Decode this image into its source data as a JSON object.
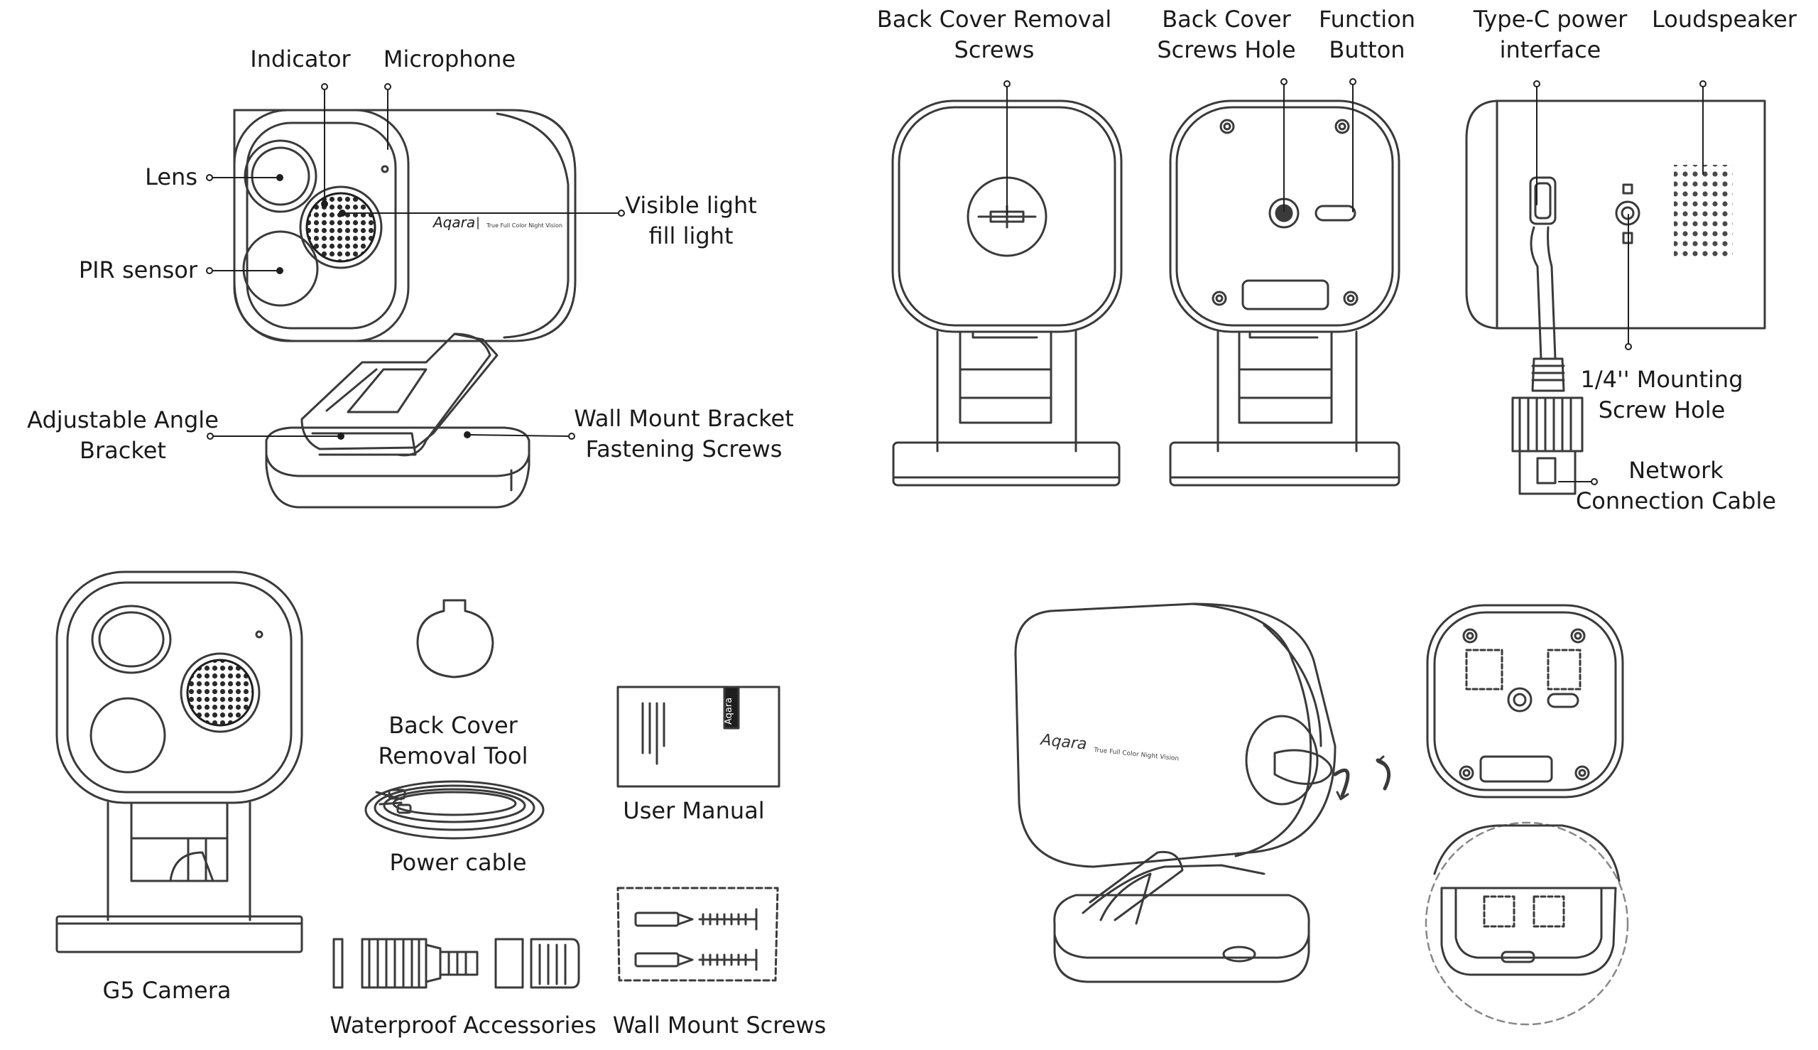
{
  "colors": {
    "ink": "#3a3a3a",
    "dark": "#1e1e1e",
    "grille": "#2a2a2a",
    "dashed": "#888888"
  },
  "front_view": {
    "brand": "Aqara",
    "tagline": "True Full Color Night Vision",
    "labels": {
      "indicator": "Indicator",
      "microphone": "Microphone",
      "lens": "Lens",
      "pir_sensor": "PIR sensor",
      "fill_light": [
        "Visible light",
        "fill light"
      ],
      "adjustable_bracket": [
        "Adjustable Angle",
        "Bracket"
      ],
      "wall_screws": [
        "Wall Mount Bracket",
        "Fastening Screws"
      ]
    }
  },
  "back_views": {
    "labels": {
      "back_cover_screws": [
        "Back Cover Removal",
        "Screws"
      ],
      "back_cover_hole": [
        "Back Cover",
        "Screws Hole"
      ],
      "function_button": [
        "Function",
        "Button"
      ]
    }
  },
  "side_view": {
    "labels": {
      "type_c": [
        "Type-C power",
        "interface"
      ],
      "loudspeaker": "Loudspeaker",
      "mounting_hole": [
        "1/4'' Mounting",
        "Screw Hole"
      ],
      "network_cable": [
        "Network",
        "Connection Cable"
      ]
    }
  },
  "package": {
    "items": {
      "camera": "G5 Camera",
      "removal_tool": [
        "Back Cover",
        "Removal Tool"
      ],
      "power_cable": "Power cable",
      "user_manual": "User Manual",
      "waterproof": "Waterproof Accessories",
      "wall_screws": "Wall Mount Screws"
    },
    "manual_brand": "Aqara"
  },
  "install_view": {
    "brand": "Aqara",
    "tagline": "True Full Color Night Vision"
  }
}
